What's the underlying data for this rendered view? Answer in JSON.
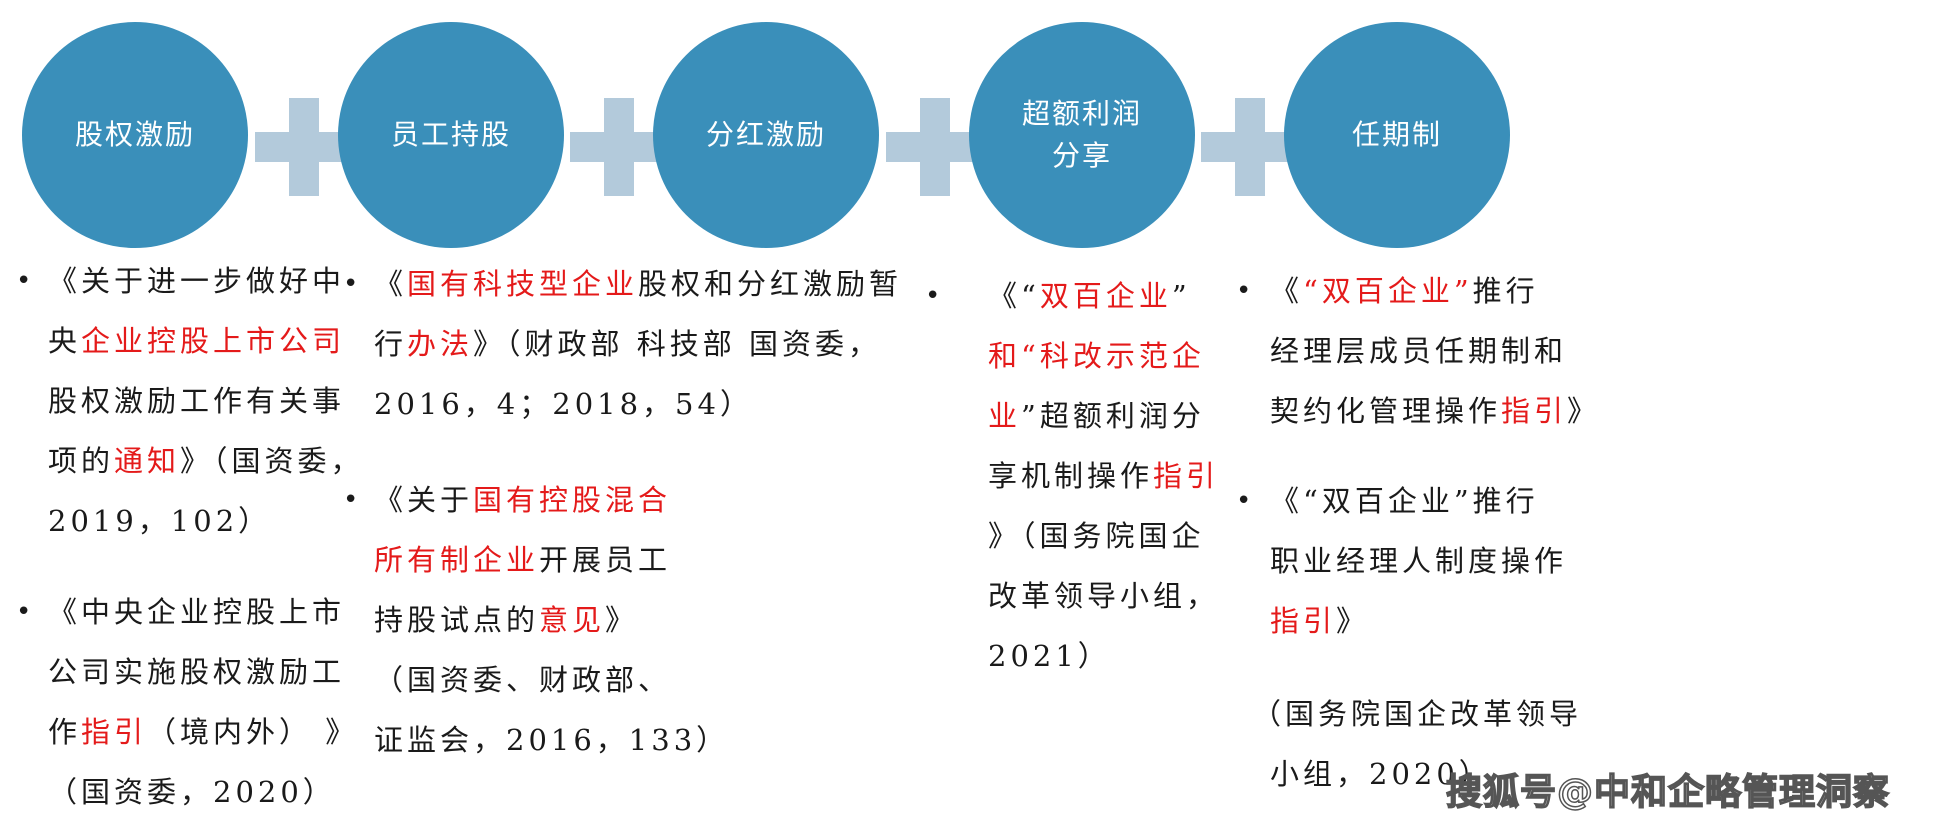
{
  "circles": [
    {
      "label": "股权激励"
    },
    {
      "label": "员工持股"
    },
    {
      "label": "分红激励"
    },
    {
      "label": "超额利润\n分享"
    },
    {
      "label": "任期制"
    }
  ],
  "col1": {
    "item1": {
      "l1": "《关于进一步做好中",
      "l2a": "央",
      "l2b": "企业控股上市公司",
      "l3": "股权激励工作有关事",
      "l4a": "项的",
      "l4b": "通知",
      "l4c": "》（国资委，",
      "l5": "2019，102）"
    },
    "item2": {
      "l1": "《中央企业控股上市",
      "l2": "公司实施股权激励工",
      "l3a": "作",
      "l3b": "指引",
      "l3c": "（境内外）  》",
      "l4": "（国资委，2020）"
    }
  },
  "col2": {
    "item1": {
      "l1a": "《",
      "l1b": "国有科技型企业",
      "l1c": "股权和分红激励暂",
      "l2a": "行",
      "l2b": "办法",
      "l2c": "》（财政部 科技部 国资委，",
      "l3": "2016，4；2018，54）"
    },
    "item2": {
      "l1a": "《关于",
      "l1b": "国有控股混合",
      "l2a": "所有制企业",
      "l2b": "开展员工",
      "l3a": "持股试点的",
      "l3b": "意见",
      "l3c": "》",
      "l4": "（国资委、财政部、",
      "l5": "证监会，2016，133）"
    }
  },
  "col4": {
    "l1a": "《“",
    "l1b": "双百企业",
    "l1c": "”",
    "l2a": "和“",
    "l2b": "科改示范企",
    "l3a": "业",
    "l3b": "”超额利润分",
    "l4a": "享机制操作",
    "l4b": "指引",
    "l5": "》（国务院国企",
    "l6": "改革领导小组，",
    "l7": "2021）"
  },
  "col5": {
    "item1": {
      "l1a": "《",
      "l1b": "“双百企业”",
      "l1c": "推行",
      "l2": "经理层成员任期制和",
      "l3a": "契约化管理操作",
      "l3b": "指引",
      "l3c": "》"
    },
    "item2": {
      "l1": "《“双百企业”推行",
      "l2": "职业经理人制度操作",
      "l3a": "指引",
      "l3b": "》"
    },
    "source": {
      "l1": "（国务院国企改革领导",
      "l2": "小组，2020）"
    }
  },
  "bullet_char": "•",
  "watermark": "搜狐号@中和企略管理洞察",
  "colors": {
    "circle": "#3a8fba",
    "plus": "#b3cadb",
    "highlight": "#e41a1a"
  }
}
